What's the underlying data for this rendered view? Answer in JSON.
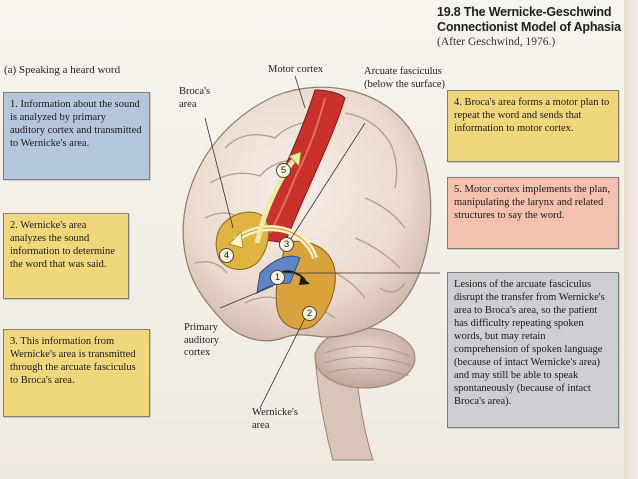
{
  "figure": {
    "title": "19.8 The Wernicke-Geschwind Connectionist Model of Aphasia",
    "citation": "(After Geschwind, 1976.)"
  },
  "part_label": "(a) Speaking a heard word",
  "callouts": {
    "step1": "1. Information about the sound is analyzed by primary auditory cortex and transmitted to Wernicke's area.",
    "step2": "2. Wernicke's area analyzes the sound information to determine the word that was said.",
    "step3": "3. This information from Wernicke's area is transmitted through the arcuate fasciculus to Broca's area.",
    "step4": "4. Broca's area forms a motor plan to repeat the word and sends that information to motor cortex.",
    "step5": "5. Motor cortex implements the plan, manipulating the larynx and related structures to say the word.",
    "lesion": "Lesions of the arcuate fasciculus disrupt the transfer from Wernicke's area to Broca's area, so the patient has difficulty repeating spoken words, but may retain comprehension of spoken language (because of intact Wernicke's area) and may still be able to speak spontaneously (because of intact Broca's area)."
  },
  "labels": {
    "motor_cortex": "Motor cortex",
    "brocas_area": "Broca's area",
    "arcuate": "Arcuate fasciculus (below the surface)",
    "primary_auditory": "Primary auditory cortex",
    "wernickes_area": "Wernicke's area"
  },
  "markers": [
    "1",
    "2",
    "3",
    "4",
    "5"
  ],
  "colors": {
    "motor_cortex": "#c8312c",
    "brocas": "#e0b440",
    "wernickes": "#d9a23a",
    "auditory": "#5f86c4",
    "brain": "#efe3da"
  }
}
